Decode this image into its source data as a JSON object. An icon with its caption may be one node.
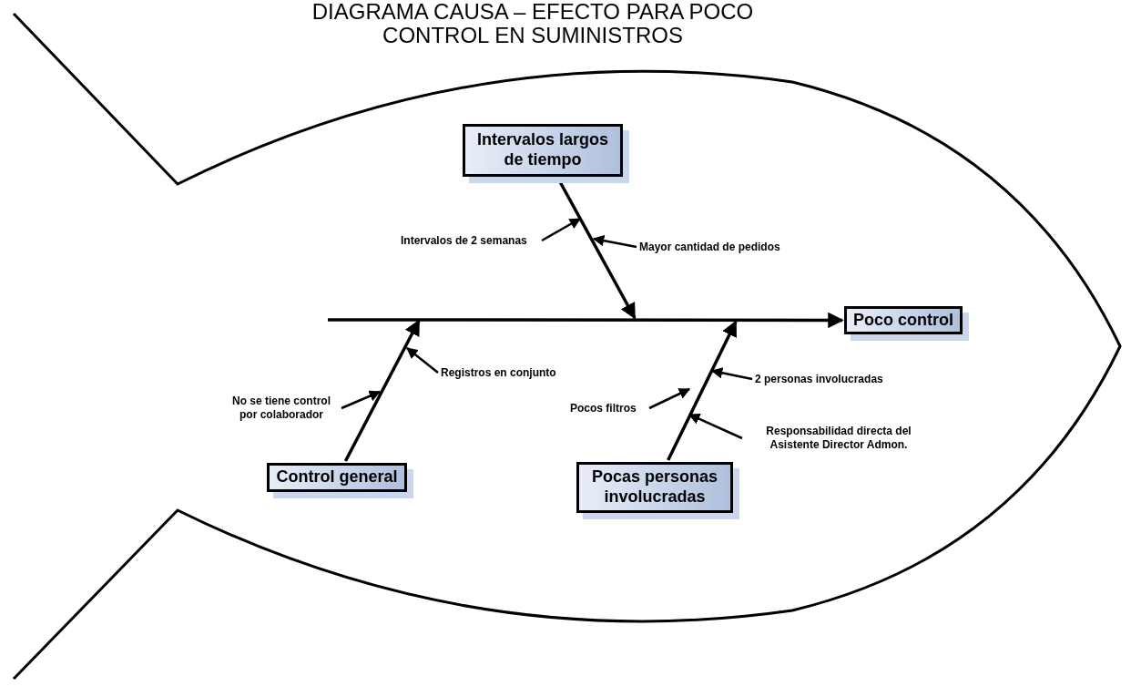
{
  "diagram": {
    "title": "DIAGRAMA CAUSA – EFECTO PARA POCO CONTROL EN SUMINISTROS",
    "nodes": [
      {
        "text": [
          "Intervalos largos de tiempo"
        ]
      },
      {
        "text": [
          "Intervalos de 2 semanas"
        ]
      },
      {
        "text": [
          "Mayor cantidad de pedidos"
        ]
      },
      {
        "text": [
          "Poco control"
        ]
      },
      {
        "text": [
          "Registros en conjunto"
        ]
      },
      {
        "text": [
          "No se tiene control por colaborador"
        ]
      },
      {
        "text": [
          "2 personas involucradas"
        ]
      },
      {
        "text": [
          "Pocos filtros"
        ]
      },
      {
        "text": [
          "Responsabilidad directa del Asistente Director Admon."
        ]
      },
      {
        "text": [
          "Control general"
        ]
      },
      {
        "text": [
          "Pocas personas involucradas"
        ]
      }
    ],
    "edges": [
      {
        "from": null,
        "to": 3,
        "arrow": "to"
      },
      {
        "from": 0,
        "to": null,
        "arrow": "to"
      },
      {
        "from": 9,
        "to": null,
        "arrow": "to"
      },
      {
        "from": 10,
        "to": null,
        "arrow": "to"
      },
      {
        "from": 1,
        "to": null,
        "arrow": "to"
      },
      {
        "from": 2,
        "to": null,
        "arrow": "to"
      },
      {
        "from": 4,
        "to": null,
        "arrow": "to"
      },
      {
        "from": 5,
        "to": null,
        "arrow": "to"
      },
      {
        "from": 6,
        "to": null,
        "arrow": "to"
      },
      {
        "from": 7,
        "to": null,
        "arrow": "to"
      },
      {
        "from": 8,
        "to": null,
        "arrow": "to"
      }
    ]
  }
}
